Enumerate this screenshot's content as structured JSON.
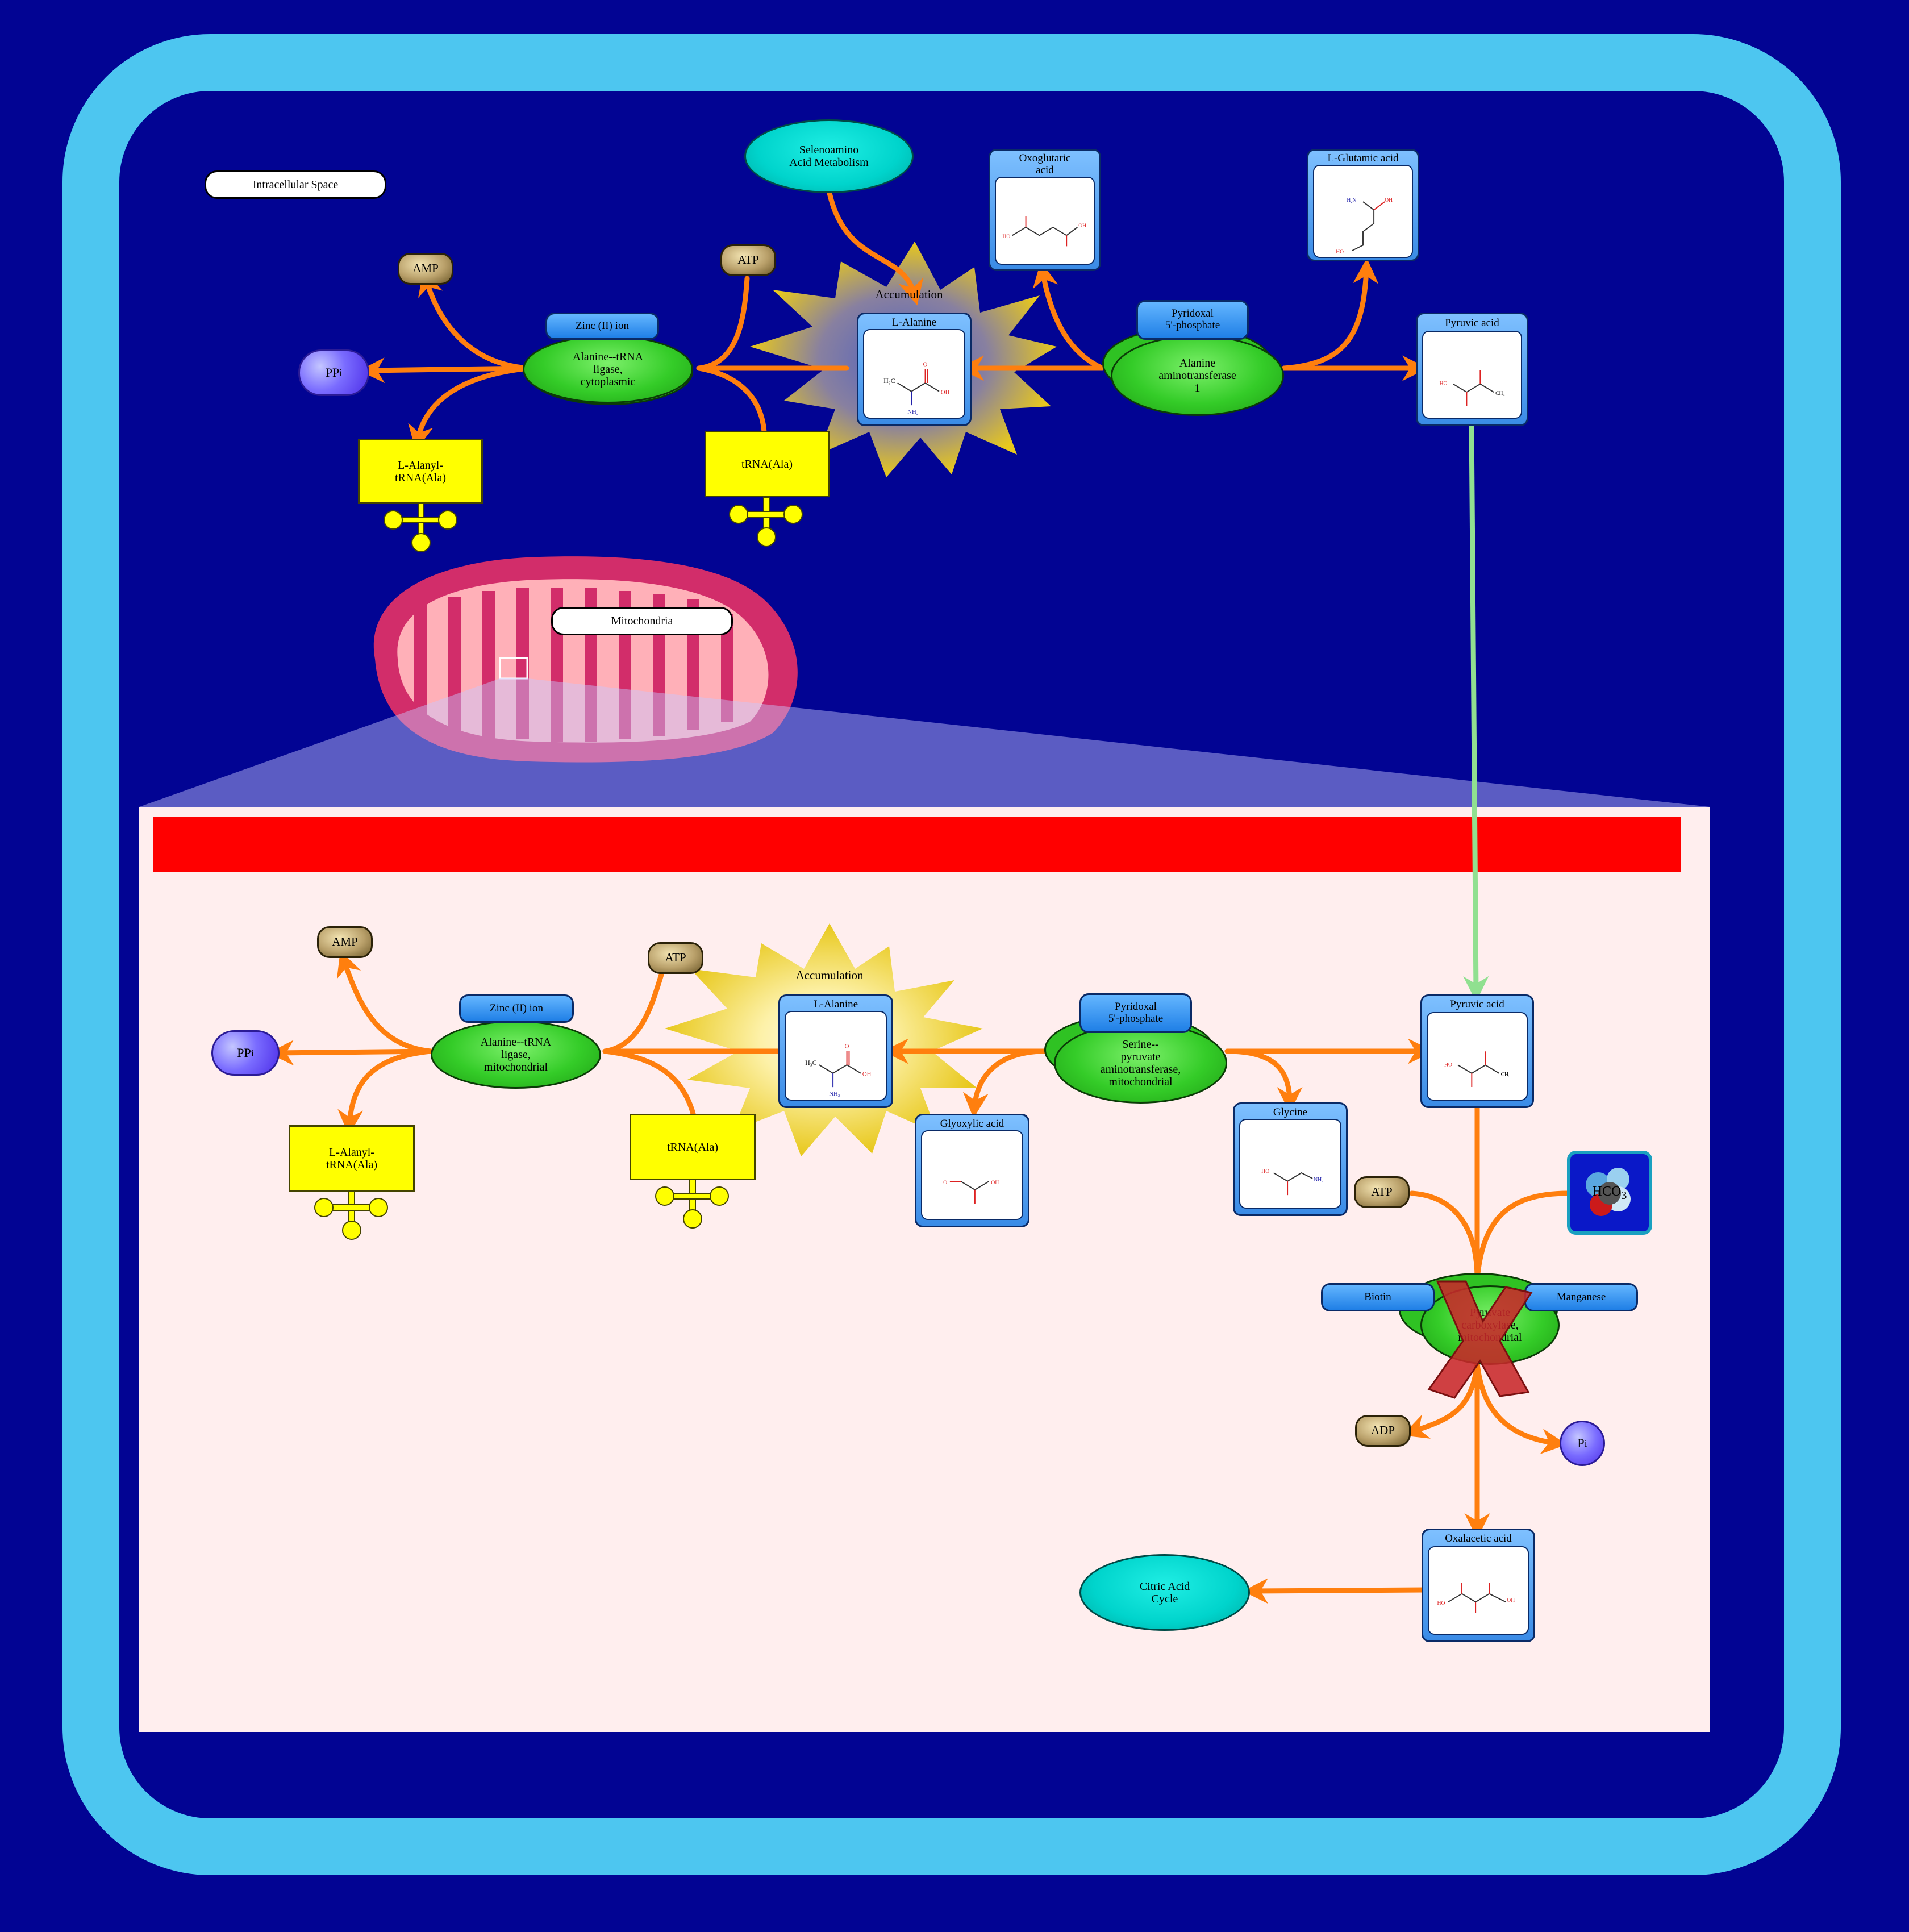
{
  "regions": {
    "intracellular": "Intracellular Space",
    "mitochondria": "Mitochondria"
  },
  "cyto": {
    "enzyme_trna_ligase": "Alanine--tRNA\nligase,\ncytoplasmic",
    "cofactor_zinc": "Zinc (II) ion",
    "amp": "AMP",
    "ppi": "PP",
    "atp": "ATP",
    "l_alanyl_trna": "L-Alanyl-\ntRNA(Ala)",
    "trna_ala": "tRNA(Ala)",
    "accumulation": "Accumulation",
    "l_alanine": "L-Alanine",
    "selenoamino": "Selenoamino\nAcid Metabolism",
    "oxoglutaric": "Oxoglutaric\nacid",
    "l_glutamic": "L-Glutamic acid",
    "cofactor_plp": "Pyridoxal\n5'-phosphate",
    "enzyme_alt": "Alanine\naminotransferase\n1",
    "pyruvic": "Pyruvic acid"
  },
  "mito": {
    "enzyme_trna_ligase": "Alanine--tRNA\nligase,\nmitochondrial",
    "cofactor_zinc": "Zinc (II) ion",
    "amp": "AMP",
    "ppi": "PP",
    "atp": "ATP",
    "l_alanyl_trna": "L-Alanyl-\ntRNA(Ala)",
    "trna_ala": "tRNA(Ala)",
    "accumulation": "Accumulation",
    "l_alanine": "L-Alanine",
    "glyoxylic": "Glyoxylic acid",
    "cofactor_plp": "Pyridoxal\n5'-phosphate",
    "enzyme_agt": "Serine--\npyruvate\naminotransferase,\nmitochondrial",
    "glycine": "Glycine",
    "pyruvic": "Pyruvic acid",
    "atp2": "ATP",
    "hco3": "HCO",
    "biotin": "Biotin",
    "manganese": "Manganese",
    "enzyme_pc": "Pyruvate\ncarboxylase,\nmitochondrial",
    "adp": "ADP",
    "pi": "P",
    "oxalacetic": "Oxalacetic acid",
    "citric": "Citric Acid\nCycle"
  },
  "subscripts": {
    "i": "i",
    "three": "3"
  },
  "colors": {
    "background": "#020493",
    "cell_border": "#4dc6f0",
    "arrow": "#ff7f0e",
    "transport_arrow": "#90e090",
    "mito_panel": "#ffeeee",
    "red_bar": "#ff0000"
  }
}
